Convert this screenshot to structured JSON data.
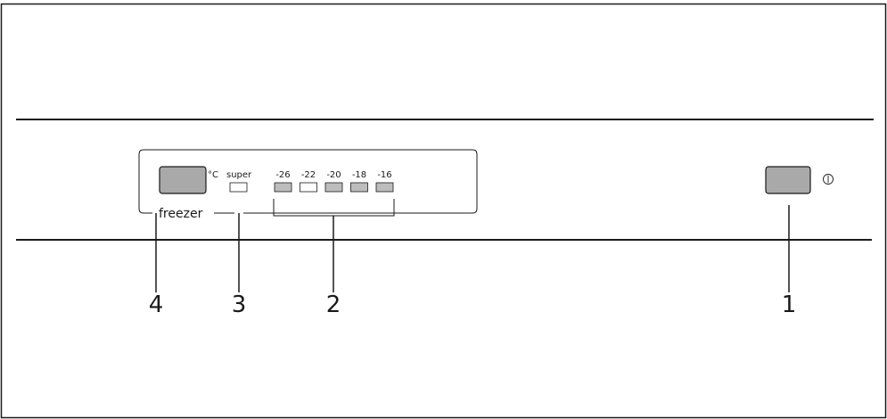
{
  "panel": {
    "section_label": "freezer",
    "temp_unit": "°C",
    "super_label": "super",
    "temperatures": [
      "-26",
      "-22",
      "-20",
      "-18",
      "-16"
    ],
    "indicator_lit": [
      true,
      false,
      true,
      true,
      true
    ],
    "power_icon": "power-symbol-icon"
  },
  "callouts": {
    "c1": "1",
    "c2": "2",
    "c3": "3",
    "c4": "4"
  },
  "colors": {
    "button_fill": "#a9a9a9",
    "indicator_lit": "#bdbdbd",
    "indicator_off": "#ffffff",
    "line": "#1a1a1a"
  }
}
